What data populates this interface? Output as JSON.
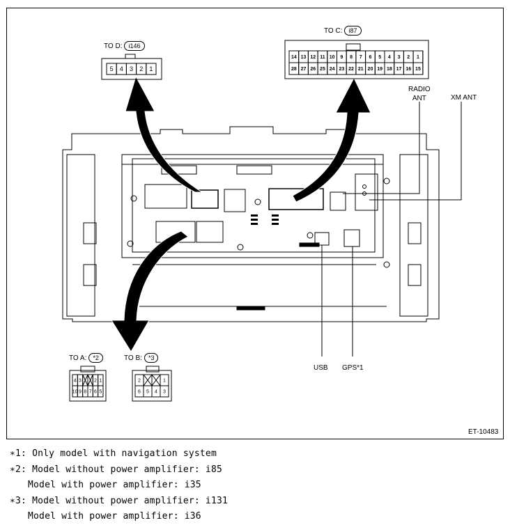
{
  "labels": {
    "to_d": "TO D:",
    "to_d_ref": "i146",
    "to_c": "TO C:",
    "to_c_ref": "i87",
    "to_a": "TO A:",
    "to_a_ref": "*2",
    "to_b": "TO B:",
    "to_b_ref": "*3",
    "radio_ant_1": "RADIO",
    "radio_ant_2": "ANT",
    "xm_ant": "XM ANT",
    "usb": "USB",
    "gps": "GPS*1",
    "figure_id": "ET-10483"
  },
  "connectors": {
    "d": {
      "pins": [
        "5",
        "4",
        "3",
        "2",
        "1"
      ]
    },
    "c": {
      "row1": [
        "14",
        "13",
        "12",
        "11",
        "10",
        "9",
        "8",
        "7",
        "6",
        "5",
        "4",
        "3",
        "2",
        "1"
      ],
      "row2": [
        "28",
        "27",
        "26",
        "25",
        "24",
        "23",
        "22",
        "21",
        "20",
        "19",
        "18",
        "17",
        "16",
        "15"
      ]
    },
    "a": {
      "row1": [
        "4",
        "3",
        "",
        "",
        "2",
        "1"
      ],
      "row2": [
        "10",
        "9",
        "8",
        "7",
        "6",
        "5"
      ]
    },
    "b": {
      "row1": [
        "2",
        "",
        "",
        "1"
      ],
      "row2": [
        "6",
        "5",
        "4",
        "3"
      ]
    }
  },
  "notes": [
    "∗1: Only model with navigation system",
    "∗2: Model without power amplifier: i85",
    "Model with power amplifier: i35",
    "∗3: Model without power amplifier: i131",
    "Model with power amplifier: i36"
  ]
}
